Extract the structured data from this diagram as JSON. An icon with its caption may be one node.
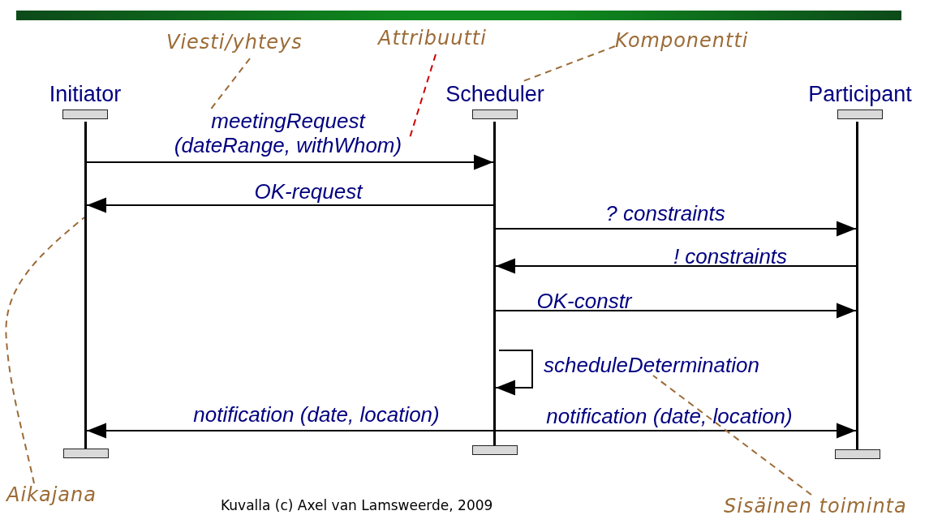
{
  "diagram": {
    "nodes": [
      {
        "text": [
          "Initiator"
        ]
      },
      {
        "text": [
          "Scheduler"
        ]
      },
      {
        "text": [
          "Participant"
        ]
      },
      {
        "text": [],
        "shape": "bar"
      },
      {
        "text": [],
        "shape": "bar"
      },
      {
        "text": [],
        "shape": "bar"
      },
      {
        "text": [
          "Viesti/yhteys"
        ]
      },
      {
        "text": [
          "Attribuutti"
        ]
      },
      {
        "text": [
          "Komponentti"
        ]
      },
      {
        "text": [
          "Aikajana"
        ]
      },
      {
        "text": [
          "Sisäinen toiminta"
        ]
      },
      {
        "text": [],
        "shape": "box"
      },
      {
        "text": [],
        "shape": "box"
      },
      {
        "text": [],
        "shape": "box"
      }
    ],
    "edges": [
      {
        "from": 3,
        "to": 4,
        "arrow": "to",
        "label": "meetingRequest (dateRange, withWhom)"
      },
      {
        "from": 4,
        "to": 3,
        "arrow": "to",
        "label": "OK-request"
      },
      {
        "from": 4,
        "to": 5,
        "arrow": "to",
        "label": "? constraints"
      },
      {
        "from": 5,
        "to": 4,
        "arrow": "to",
        "label": "! constraints"
      },
      {
        "from": 4,
        "to": 5,
        "arrow": "to",
        "label": "OK-constr"
      },
      {
        "from": 4,
        "to": 4,
        "arrow": "to",
        "label": "scheduleDetermination"
      },
      {
        "from": 4,
        "to": 3,
        "arrow": "to",
        "label": "notification (date, location)"
      },
      {
        "from": 4,
        "to": 5,
        "arrow": "to",
        "label": "notification (date, location)"
      },
      {
        "from": 6,
        "to": null,
        "arrow": "none",
        "style": "dashed",
        "color": "#9c6b36"
      },
      {
        "from": 7,
        "to": null,
        "arrow": "none",
        "style": "dashed",
        "color": "#cc0000"
      },
      {
        "from": 8,
        "to": 1,
        "arrow": "none",
        "style": "dashed",
        "color": "#9c6b36"
      },
      {
        "from": 9,
        "to": 3,
        "arrow": "none",
        "style": "dashed",
        "color": "#9c6b36"
      },
      {
        "from": 10,
        "to": null,
        "arrow": "none",
        "style": "dashed",
        "color": "#9c6b36"
      }
    ],
    "labels": [
      "Kuvalla (c) Axel van Lamsweerde, 2009"
    ]
  }
}
